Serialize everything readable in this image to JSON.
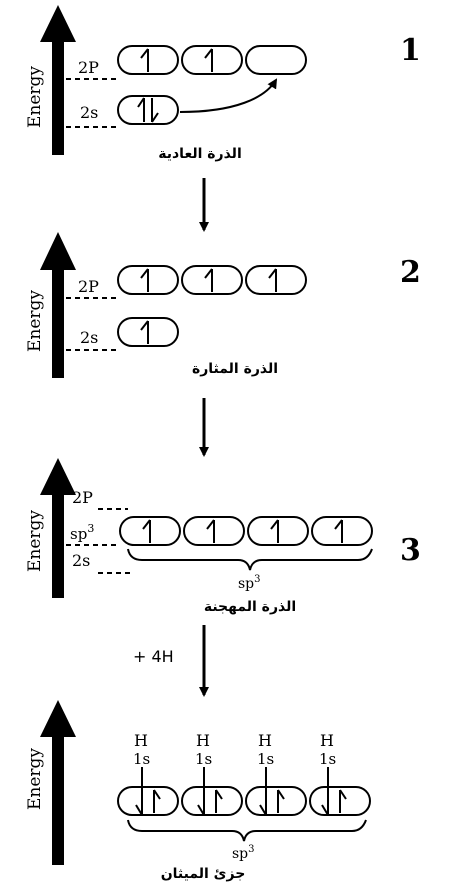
{
  "energy_label": "Energy",
  "steps": [
    {
      "number": "1",
      "caption": "الذرة العادية",
      "levels": {
        "p": "2P",
        "s": "2s"
      }
    },
    {
      "number": "2",
      "caption": "الذرة المثارة",
      "levels": {
        "p": "2P",
        "s": "2s"
      }
    },
    {
      "number": "3",
      "caption": "الذرة المهجنة",
      "levels": {
        "p": "2P",
        "sp3_base": "sp",
        "sp3_sup": "3",
        "s": "2s"
      },
      "brace_label_base": "sp",
      "brace_label_sup": "3"
    },
    {
      "number": "",
      "caption": "جزئ الميثان",
      "h_labels": [
        "H",
        "H",
        "H",
        "H"
      ],
      "orbital_labels": [
        "1s",
        "1s",
        "1s",
        "1s"
      ],
      "brace_label_base": "sp",
      "brace_label_sup": "3"
    }
  ],
  "reaction_label": "+ 4H"
}
